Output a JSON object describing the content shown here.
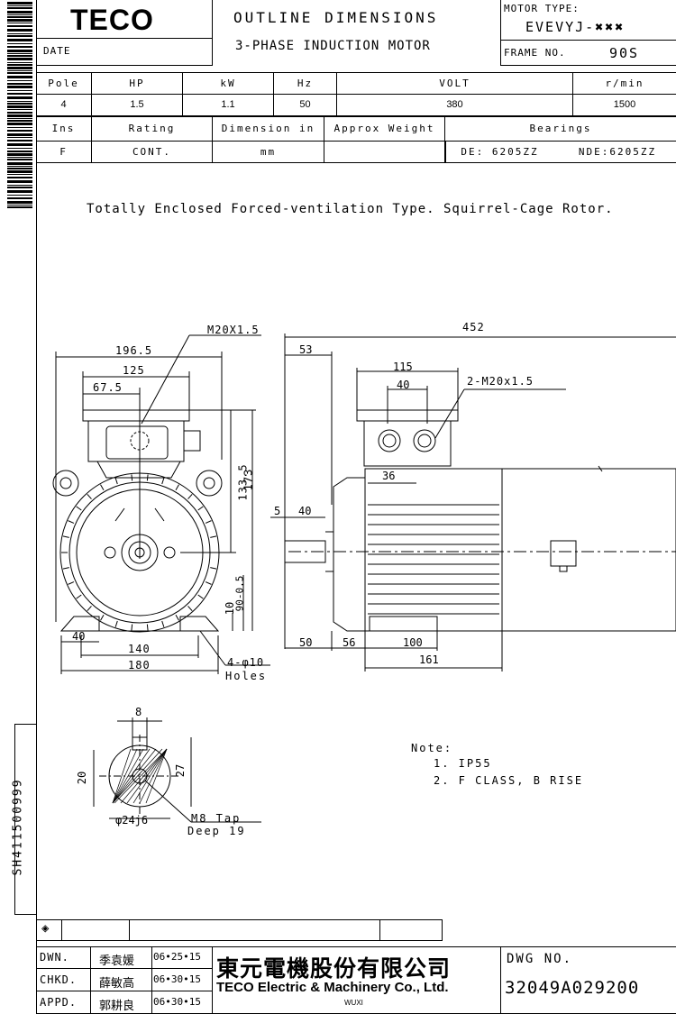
{
  "header": {
    "logo": "TECO",
    "title_line1": "OUTLINE DIMENSIONS",
    "title_line2": "3-PHASE INDUCTION MOTOR",
    "date_label": "DATE",
    "motor_type_label": "MOTOR TYPE:",
    "motor_type_value": "EVEVYJ-✖✖✖",
    "frame_label": "FRAME NO.",
    "frame_value": "90S"
  },
  "spec_table": {
    "row1_headers": [
      "Pole",
      "HP",
      "kW",
      "Hz",
      "VOLT",
      "r/min"
    ],
    "row1_values": [
      "4",
      "1.5",
      "1.1",
      "50",
      "380",
      "1500"
    ],
    "row2_headers": [
      "Ins",
      "Rating",
      "Dimension in",
      "Approx Weight",
      "Bearings"
    ],
    "row2_values": [
      "F",
      "CONT.",
      "mm",
      "",
      "DE: 6205ZZ",
      "NDE:6205ZZ"
    ]
  },
  "description": "Totally Enclosed Forced-ventilation Type. Squirrel-Cage Rotor.",
  "dimensions": {
    "thread_left": "M20X1.5",
    "d196": "196.5",
    "d125": "125",
    "d67": "67.5",
    "d133": "133.5",
    "d173": "173",
    "d90": "90-0.5",
    "d10": "10",
    "d40_bottom": "40",
    "d140": "140",
    "d180": "180",
    "holes": "4-φ10",
    "holes_label": "Holes",
    "d452": "452",
    "d53": "53",
    "d115": "115",
    "d40_top": "40",
    "thread_right": "2-M20x1.5",
    "d36": "36",
    "d5": "5",
    "d40_shaft": "40",
    "d50": "50",
    "d56": "56",
    "d100": "100",
    "d161": "161",
    "key_width": "8",
    "key_height_left": "20",
    "key_height_right": "27",
    "shaft_dia": "φ24j6",
    "tap": "M8 Tap",
    "tap_deep": "Deep 19"
  },
  "note": {
    "title": "Note:",
    "items": [
      "1. IP55",
      "2. F CLASS, B RISE"
    ]
  },
  "side_code": "SH411500999",
  "title_block": {
    "rows": [
      {
        "label": "DWN.",
        "name": "季袁媛",
        "date": "06•25•15"
      },
      {
        "label": "CHKD.",
        "name": "薛敏高",
        "date": "06•30•15"
      },
      {
        "label": "APPD.",
        "name": "郭耕良",
        "date": "06•30•15"
      }
    ],
    "company_cn": "東元電機股份有限公司",
    "company_en": "TECO Electric & Machinery Co., Ltd.",
    "plant": "WUXI",
    "dwg_label": "DWG NO.",
    "dwg_value": "32049A029200"
  }
}
